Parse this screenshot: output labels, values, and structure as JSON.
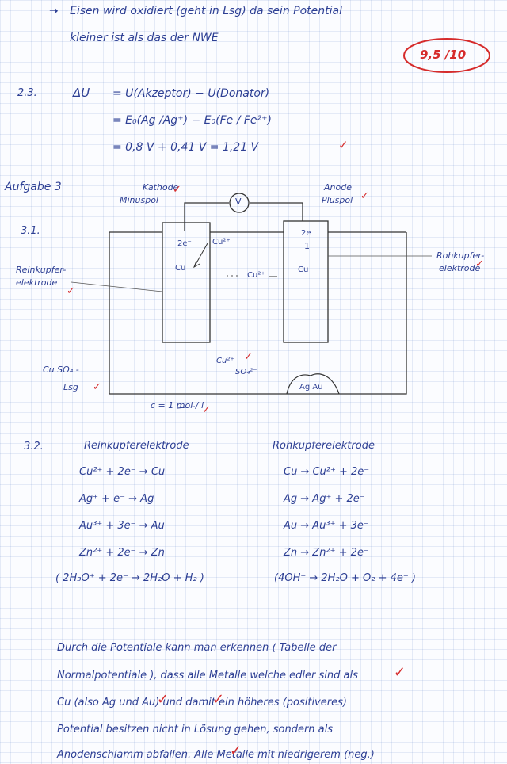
{
  "header": {
    "line1": "Eisen wird oxidiert (geht in Lsg) da sein Potential",
    "line2": "kleiner ist als das der NWE",
    "score": "9,5 /10"
  },
  "section_2_3": {
    "number": "2.3.",
    "delta_u": "ΔU",
    "eq1": "= U(Akzeptor) − U(Donator)",
    "eq2": "= E₀(Ag /Ag⁺) − E₀(Fe / Fe²⁺)",
    "eq3": "= 0,8 V + 0,41 V = 1,21 V"
  },
  "aufgabe3": {
    "title": "Aufgabe 3",
    "sub": "3.1."
  },
  "diagram": {
    "kathode": "Kathode",
    "minuspol": "Minuspol",
    "anode": "Anode",
    "pluspol": "Pluspol",
    "voltmeter": "V",
    "left_2e": "2e⁻",
    "left_cu2": "Cu²⁺",
    "left_cu": "Cu",
    "middle_cu2": "Cu²⁺",
    "right_2e": "2e⁻",
    "right_1": "1",
    "right_cu": "Cu",
    "reinkupfer": "Reinkupfer-",
    "elektrode_left": "elektrode",
    "rohkupfer": "Rohkupfer-",
    "elektrode_right": "elektrode",
    "cuso4": "Cu SO₄ -",
    "lsg": "Lsg",
    "solution_cu2": "Cu²⁺",
    "solution_so4": "SO₄²⁻",
    "sludge": "Ag Au",
    "concentration": "c = 1 mol / l"
  },
  "section_3_2": {
    "number": "3.2.",
    "left_title": "Reinkupferelektrode",
    "right_title": "Rohkupferelektrode",
    "left_eqs": [
      "Cu²⁺ + 2e⁻  →  Cu",
      "Ag⁺ + e⁻  →  Ag",
      "Au³⁺ + 3e⁻  →  Au",
      "Zn²⁺ + 2e⁻  →  Zn",
      "( 2H₃O⁺ + 2e⁻  →  2H₂O + H₂ )"
    ],
    "right_eqs": [
      "Cu  →  Cu²⁺ + 2e⁻",
      "Ag  →  Ag⁺ + 2e⁻",
      "Au  →  Au³⁺ + 3e⁻",
      "Zn  →  Zn²⁺ + 2e⁻",
      "(4OH⁻  →  2H₂O + O₂ + 4e⁻ )"
    ]
  },
  "paragraph": {
    "l1": "Durch die Potentiale kann man erkennen ( Tabelle der",
    "l2": "Normalpotentiale ), dass alle Metalle welche edler sind als",
    "l3": "Cu (also Ag und Au) und damit ein höheres (positiveres)",
    "l4": "Potential besitzen nicht in Lösung gehen, sondern als",
    "l5": "Anodenschlamm abfallen. Alle Metalle mit niedrigerem (neg.)"
  },
  "colors": {
    "ink": "#2d3f94",
    "correction": "#d62b2b",
    "paper": "#fbfcff"
  }
}
